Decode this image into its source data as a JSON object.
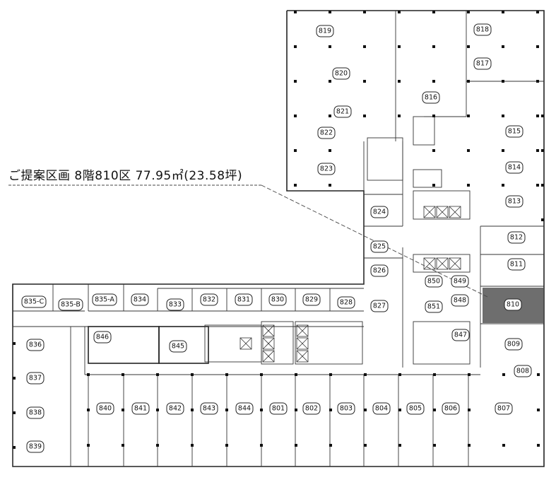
{
  "caption": "ご提案区画 8階810区 77.95㎡(23.58坪)",
  "highlight": {
    "room": "810",
    "color": "#555555"
  },
  "rooms": [
    "819",
    "818",
    "817",
    "820",
    "816",
    "821",
    "815",
    "822",
    "814",
    "823",
    "813",
    "824",
    "812",
    "825",
    "811",
    "826",
    "850",
    "849",
    "810",
    "827",
    "851",
    "848",
    "847",
    "809",
    "808",
    "807",
    "806",
    "805",
    "804",
    "803",
    "802",
    "801",
    "844",
    "843",
    "842",
    "841",
    "840",
    "839",
    "838",
    "837",
    "836",
    "835-C",
    "835-B",
    "835-A",
    "834",
    "833",
    "832",
    "831",
    "830",
    "829",
    "828",
    "846",
    "845"
  ]
}
